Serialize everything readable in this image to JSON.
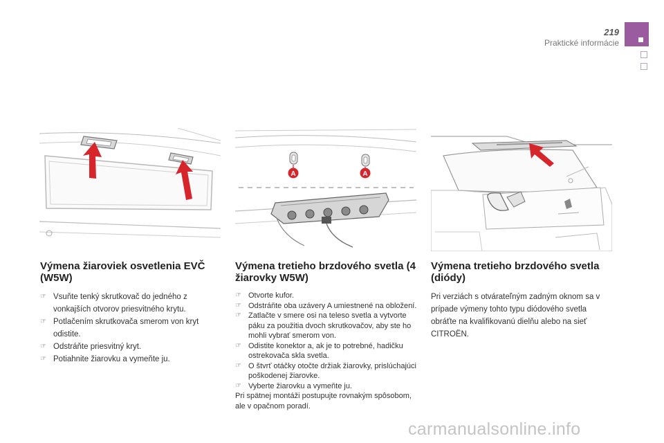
{
  "header": {
    "page_number": "219",
    "chapter_title": "Praktické informácie"
  },
  "colors": {
    "accent": "#9b5b9f",
    "arrow": "#d7262b"
  },
  "illustrations": {
    "middle": {
      "callout_left": "A",
      "callout_right": "A"
    }
  },
  "sections": [
    {
      "heading": "Výmena žiaroviek osvetlenia EVČ (W5W)",
      "steps": [
        "Vsuňte tenký skrutkovač do jedného z vonkajších otvorov priesvitného krytu.",
        "Potlačením skrutkovača smerom von kryt odistite.",
        "Odstráňte priesvitný kryt.",
        "Potiahnite žiarovku a vymeňte ju."
      ]
    },
    {
      "heading": "Výmena tretieho brzdového svetla (4 žiarovky W5W)",
      "steps": [
        "Otvorte kufor.",
        "Odstráňte oba uzávery A umiestnené na obložení.",
        "Zatlačte v smere osi na teleso svetla a vytvorte páku za použitia dvoch skrutkovačov, aby ste ho mohli vybrať smerom von.",
        "Odistite konektor a, ak je to potrebné, hadičku ostrekovača skla svetla.",
        "O štvrť otáčky otočte držiak žiarovky, prislúchajúci poškodenej žiarovke.",
        "Vyberte žiarovku a vymeňte ju."
      ],
      "note": "Pri spätnej montáži postupujte rovnakým spôsobom, ale v opačnom poradí."
    },
    {
      "heading": "Výmena tretieho brzdového svetla (diódy)",
      "text": "Pri verziách s otvárateľným zadným oknom sa v prípade výmeny tohto typu diódového svetla obráťte na kvalifikovanú dielňu alebo na sieť CITROËN."
    }
  ],
  "watermark": "carmanualsonline.info"
}
